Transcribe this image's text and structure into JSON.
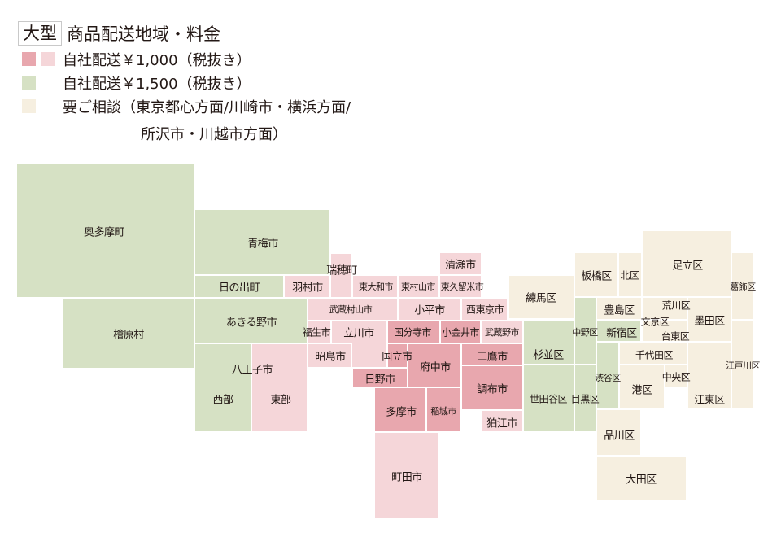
{
  "title": {
    "tag": "大型",
    "text": "商品配送地域・料金"
  },
  "colors": {
    "dark_pink": "#e8a7ae",
    "light_pink": "#f5d6d9",
    "green": "#d6e1c4",
    "cream": "#f6efe0"
  },
  "legend": [
    {
      "swatches": [
        "dark_pink",
        "light_pink"
      ],
      "text": "自社配送￥1,000（税抜き）"
    },
    {
      "swatches": [
        "green"
      ],
      "text": "自社配送￥1,500（税抜き）"
    },
    {
      "swatches": [
        "cream"
      ],
      "text": "要ご相談（東京都心方面/川崎市・横浜方面/",
      "text2": "所沢市・川越市方面）"
    }
  ],
  "regions": [
    {
      "name": "奥多摩町",
      "fill": "green"
    },
    {
      "name": "檜原村",
      "fill": "green"
    },
    {
      "name": "青梅市",
      "fill": "green"
    },
    {
      "name": "日の出町",
      "fill": "green"
    },
    {
      "name": "あきる野市",
      "fill": "green"
    },
    {
      "name": "西部",
      "fill": "green"
    },
    {
      "name": "東部",
      "fill": "light_pink"
    },
    {
      "name": "羽村市",
      "fill": "light_pink"
    },
    {
      "name": "瑞穂町",
      "fill": "light_pink"
    },
    {
      "name": "東大和市",
      "fill": "light_pink"
    },
    {
      "name": "東村山市",
      "fill": "light_pink"
    },
    {
      "name": "清瀬市",
      "fill": "light_pink"
    },
    {
      "name": "東久留米市",
      "fill": "light_pink"
    },
    {
      "name": "武蔵村山市",
      "fill": "light_pink"
    },
    {
      "name": "小平市",
      "fill": "light_pink"
    },
    {
      "name": "西東京市",
      "fill": "light_pink"
    },
    {
      "name": "福生市",
      "fill": "light_pink"
    },
    {
      "name": "立川市",
      "fill": "light_pink"
    },
    {
      "name": "昭島市",
      "fill": "light_pink"
    },
    {
      "name": "国分寺市",
      "fill": "dark_pink"
    },
    {
      "name": "小金井市",
      "fill": "dark_pink"
    },
    {
      "name": "武蔵野市",
      "fill": "light_pink"
    },
    {
      "name": "国立市",
      "fill": "dark_pink"
    },
    {
      "name": "日野市",
      "fill": "dark_pink"
    },
    {
      "name": "府中市",
      "fill": "dark_pink"
    },
    {
      "name": "三鷹市",
      "fill": "dark_pink"
    },
    {
      "name": "調布市",
      "fill": "dark_pink"
    },
    {
      "name": "狛江市",
      "fill": "light_pink"
    },
    {
      "name": "多摩市",
      "fill": "dark_pink"
    },
    {
      "name": "稲城市",
      "fill": "dark_pink"
    },
    {
      "name": "町田市",
      "fill": "light_pink"
    },
    {
      "name": "練馬区",
      "fill": "cream"
    },
    {
      "name": "板橋区",
      "fill": "cream"
    },
    {
      "name": "北区",
      "fill": "cream"
    },
    {
      "name": "足立区",
      "fill": "cream"
    },
    {
      "name": "葛飾区",
      "fill": "cream"
    },
    {
      "name": "江戸川区",
      "fill": "cream"
    },
    {
      "name": "中野区",
      "fill": "green"
    },
    {
      "name": "豊島区",
      "fill": "cream"
    },
    {
      "name": "新宿区",
      "fill": "green"
    },
    {
      "name": "荒川区",
      "fill": "cream"
    },
    {
      "name": "文京区",
      "fill": "cream"
    },
    {
      "name": "墨田区",
      "fill": "cream"
    },
    {
      "name": "台東区",
      "fill": "cream"
    },
    {
      "name": "千代田区",
      "fill": "cream"
    },
    {
      "name": "港区",
      "fill": "cream"
    },
    {
      "name": "中央区",
      "fill": "cream"
    },
    {
      "name": "江東区",
      "fill": "cream"
    },
    {
      "name": "渋谷区",
      "fill": "green"
    },
    {
      "name": "杉並区",
      "fill": "green"
    },
    {
      "name": "世田谷区",
      "fill": "green"
    },
    {
      "name": "目黒区",
      "fill": "green"
    },
    {
      "name": "品川区",
      "fill": "cream"
    },
    {
      "name": "大田区",
      "fill": "cream"
    }
  ],
  "extra_labels": {
    "hachioji": "八王子市"
  }
}
